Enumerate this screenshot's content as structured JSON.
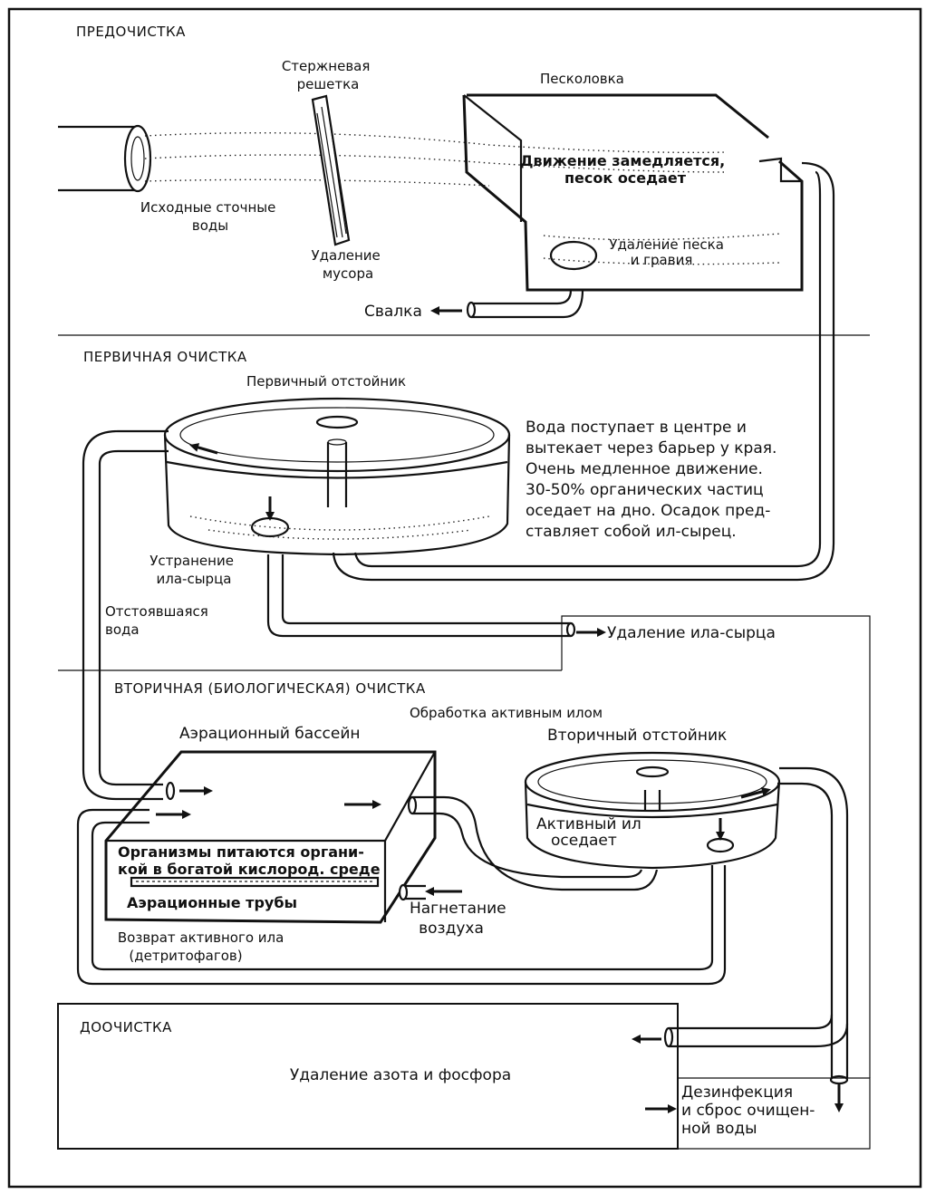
{
  "sections": {
    "pretreatment": "ПРЕДОЧИСТКА",
    "primary": "ПЕРВИЧНАЯ ОЧИСТКА",
    "secondary": "ВТОРИЧНАЯ (БИОЛОГИЧЕСКАЯ) ОЧИСТКА",
    "tertiary": "ДООЧИСТКА"
  },
  "pretreatment": {
    "bar_screen": [
      "Стержневая",
      "решетка"
    ],
    "grit_chamber": "Песколовка",
    "grit_note": [
      "Движение замедляется,",
      "песок оседает"
    ],
    "raw_sewage": [
      "Исходные сточные",
      "воды"
    ],
    "debris_removal": [
      "Удаление",
      "мусора"
    ],
    "grit_removal": [
      "Удаление песка",
      "и гравия"
    ],
    "landfill": "Свалка"
  },
  "primary": {
    "clarifier": "Первичный отстойник",
    "description": [
      "Вода поступает в центре и",
      "вытекает через барьер у края.",
      "Очень медленное движение.",
      "30-50% органических частиц",
      "оседает на дно. Осадок пред-",
      "ставляет собой ил-сырец."
    ],
    "sludge_removal": [
      "Устранение",
      "ила-сырца"
    ],
    "settled_water": [
      "Отстоявшаяся",
      "вода"
    ],
    "raw_sludge_out": "Удаление ила-сырца"
  },
  "secondary": {
    "activated_sludge": "Обработка активным илом",
    "aeration_basin": "Аэрационный бассейн",
    "clarifier": "Вторичный отстойник",
    "organisms": [
      "Организмы питаются органи-",
      "кой в богатой кислород. среде"
    ],
    "aeration_pipes": "Аэрационные трубы",
    "sludge_settles": [
      "Активный ил",
      "оседает"
    ],
    "air_injection": [
      "Нагнетание",
      "воздуха"
    ],
    "return_sludge": [
      "Возврат активного ила",
      "(детритофагов)"
    ]
  },
  "tertiary": {
    "nutrient_removal": "Удаление азота и фосфора",
    "disinfection": [
      "Дезинфекция",
      "и сброс очищен-",
      "ной воды"
    ]
  }
}
